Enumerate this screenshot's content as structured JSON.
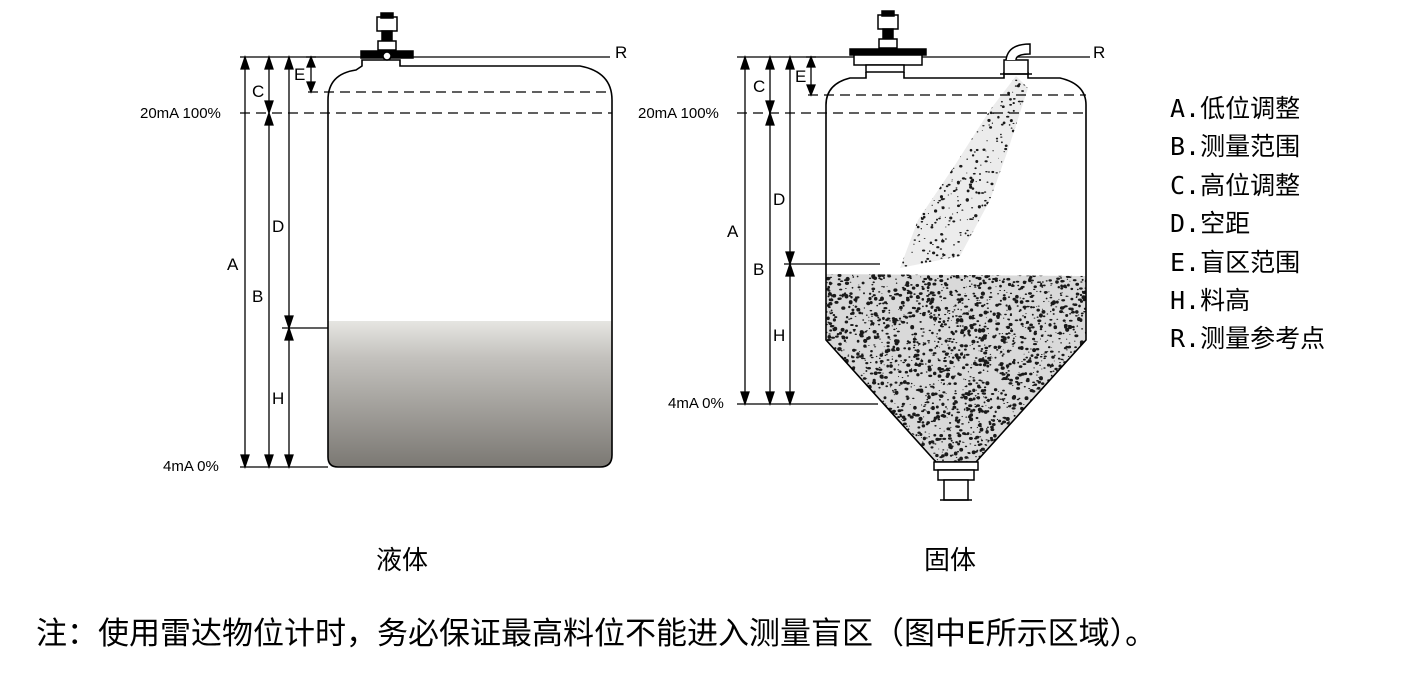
{
  "tanks": {
    "liquid": {
      "caption": "液体",
      "ref_label": "R",
      "level_top": "20mA 100%",
      "level_bottom": "4mA 0%",
      "dims": {
        "a": "A",
        "b": "B",
        "c": "C",
        "d": "D",
        "e": "E",
        "h": "H"
      }
    },
    "solid": {
      "caption": "固体",
      "ref_label": "R",
      "level_top": "20mA 100%",
      "level_bottom": "4mA 0%",
      "dims": {
        "a": "A",
        "b": "B",
        "c": "C",
        "d": "D",
        "e": "E",
        "h": "H"
      }
    }
  },
  "legend": [
    "A.低位调整",
    "B.测量范围",
    "C.高位调整",
    "D.空距",
    "E.盲区范围",
    "H.料高",
    "R.测量参考点"
  ],
  "note": "注：使用雷达物位计时，务必保证最高料位不能进入测量盲区（图中E所示区域）。",
  "colors": {
    "line": "#000000",
    "liquid_top": "#e4e4e0",
    "liquid_bottom": "#7e7b76",
    "granule": "#1a1a1a"
  },
  "icons": [
    "radar-sensor-icon",
    "flange-icon",
    "feed-pipe-icon",
    "discharge-pipe-icon"
  ]
}
